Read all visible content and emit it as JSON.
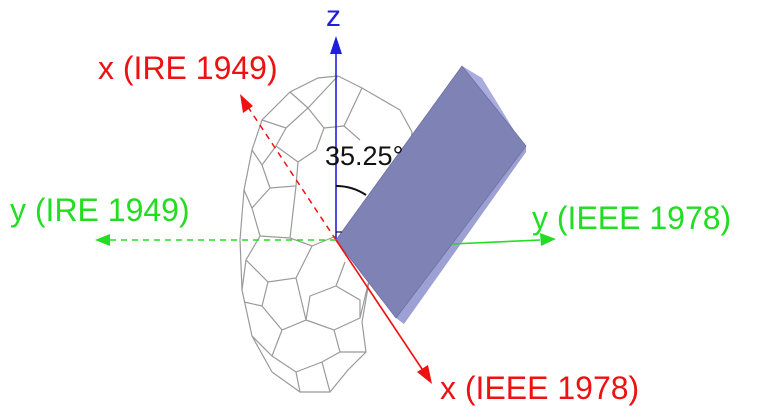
{
  "labels": {
    "z_axis": "z",
    "x_ire": "x (IRE 1949)",
    "y_ire": "y (IRE 1949)",
    "y_ieee": "y (IEEE 1978)",
    "x_ieee": "x (IEEE 1978)",
    "angle": "35.25°"
  },
  "colors": {
    "z_axis": "#1f1fe0",
    "x_axis": "#ee1111",
    "y_axis": "#22dd22",
    "plate_face": "#7f82b4",
    "plate_edge": "#b9bce8",
    "crystal": "#9a9a9a"
  }
}
